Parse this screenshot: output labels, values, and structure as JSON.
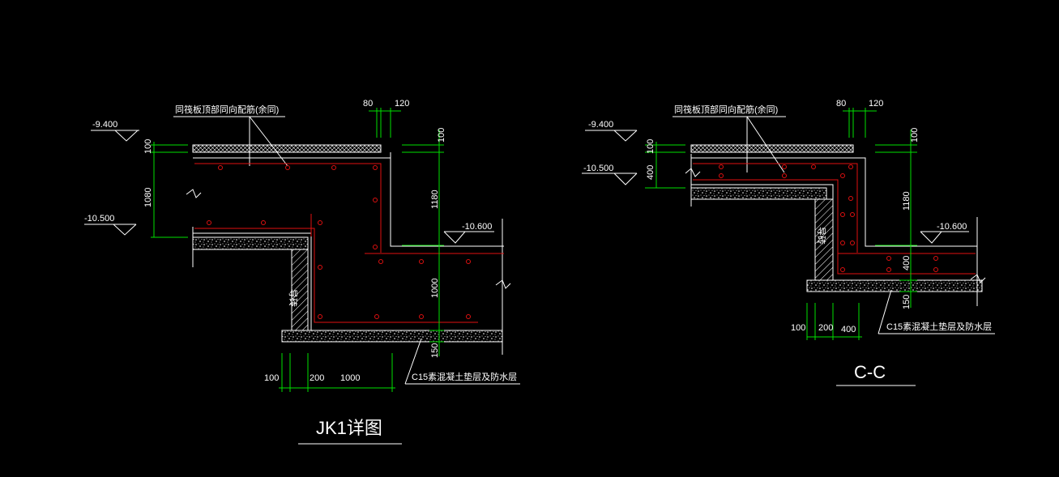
{
  "colors": {
    "background": "#000000",
    "outline": "#ffffff",
    "dimension": "#00e000",
    "rebar": "#e01010"
  },
  "left_detail": {
    "title": "JK1详图",
    "note_top": "同筏板顶部同向配筋(余同)",
    "note_bottom": "C15素混凝土垫层及防水层",
    "brick_label": "导砖",
    "elev_top": "-9.400",
    "elev_mid": "-10.500",
    "elev_right": "-10.600",
    "dims": {
      "top_a": "80",
      "top_b": "120",
      "v_100_left": "100",
      "v_1080_left": "1080",
      "v_100_right": "100",
      "v_1180": "1180",
      "v_1000": "1000",
      "v_150": "150",
      "h_100": "100",
      "h_200": "200",
      "h_1000": "1000"
    }
  },
  "right_detail": {
    "title": "C-C",
    "note_top": "同筏板顶部同向配筋(余同)",
    "note_bottom": "C15素混凝土垫层及防水层",
    "brick_label": "导砖",
    "elev_top": "-9.400",
    "elev_mid": "-10.500",
    "elev_right": "-10.600",
    "dims": {
      "top_a": "80",
      "top_b": "120",
      "v_100_left": "100",
      "v_400_left": "400",
      "v_100_right": "100",
      "v_1180": "1180",
      "v_400_right": "400",
      "v_150": "150",
      "h_100": "100",
      "h_200": "200",
      "h_400": "400"
    }
  }
}
